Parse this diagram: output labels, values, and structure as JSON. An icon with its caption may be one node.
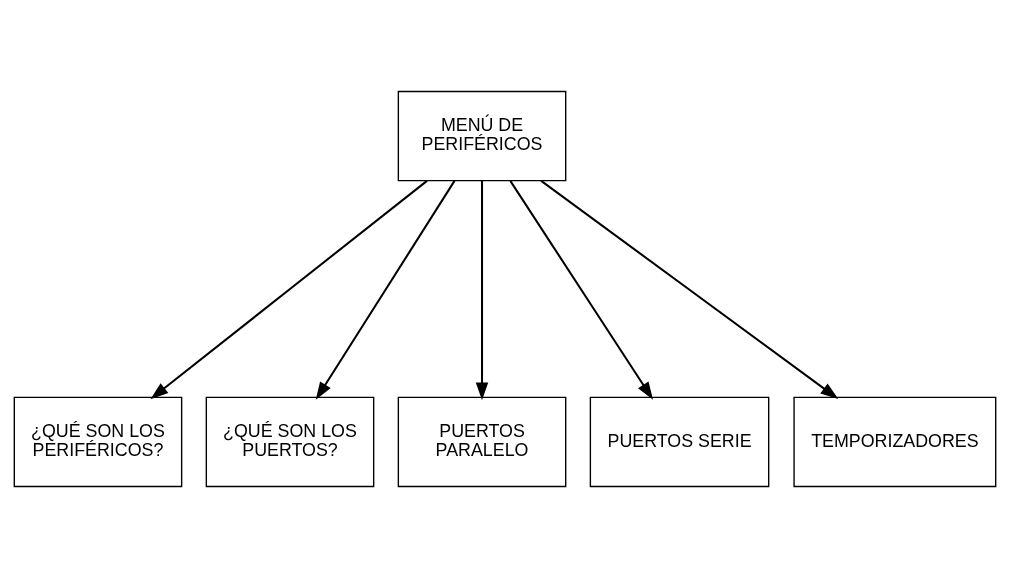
{
  "diagram": {
    "nodes": [
      {
        "text": [
          "MENÚ DE PERIFÉRICOS"
        ]
      },
      {
        "text": [
          "¿QUÉ SON LOS PERIFÉRICOS?"
        ]
      },
      {
        "text": [
          "¿QUÉ SON LOS PUERTOS?"
        ]
      },
      {
        "text": [
          "PUERTOS PARALELO"
        ]
      },
      {
        "text": [
          "PUERTOS SERIE"
        ]
      },
      {
        "text": [
          "TEMPORIZADORES"
        ]
      }
    ],
    "edges": [
      {
        "from": 0,
        "to": 1,
        "arrow": "to"
      },
      {
        "from": 0,
        "to": 2,
        "arrow": "to"
      },
      {
        "from": 0,
        "to": 3,
        "arrow": "to"
      },
      {
        "from": 0,
        "to": 4,
        "arrow": "to"
      },
      {
        "from": 0,
        "to": 5,
        "arrow": "to"
      }
    ]
  }
}
